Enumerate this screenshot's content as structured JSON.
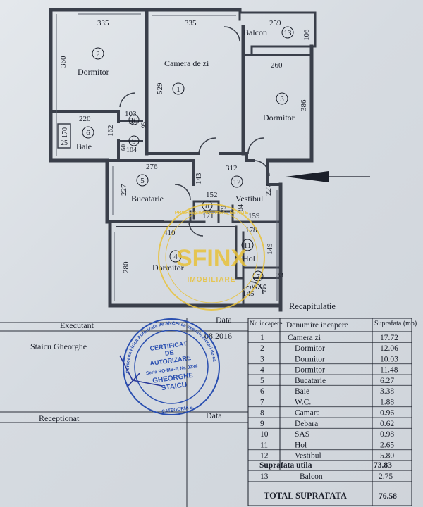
{
  "rooms": [
    {
      "id": "1",
      "name": "Camera de zi"
    },
    {
      "id": "2",
      "name": "Dormitor"
    },
    {
      "id": "3",
      "name": "Dormitor"
    },
    {
      "id": "4",
      "name": "Dormitor"
    },
    {
      "id": "5",
      "name": "Bucatarie"
    },
    {
      "id": "6",
      "name": "Baie"
    },
    {
      "id": "7",
      "name": "W.C."
    },
    {
      "id": "8",
      "name": ""
    },
    {
      "id": "9",
      "name": ""
    },
    {
      "id": "10",
      "name": ""
    },
    {
      "id": "11",
      "name": "Hol"
    },
    {
      "id": "12",
      "name": "Vestibul"
    },
    {
      "id": "13",
      "name": "Balcon"
    }
  ],
  "dimensions": {
    "d335a": "335",
    "d335b": "335",
    "d259": "259",
    "d106": "106",
    "d360": "360",
    "d529": "529",
    "d260": "260",
    "d386": "386",
    "d220": "220",
    "d103": "103",
    "d10": "10",
    "d95": "95",
    "d162": "162",
    "d170": "170",
    "d25": "25",
    "d60": "60",
    "d104": "104",
    "d276": "276",
    "d312": "312",
    "d143": "143",
    "d227a": "227",
    "d227b": "227",
    "d152": "152",
    "d79": "79",
    "d84": "84",
    "d121": "121",
    "d159": "159",
    "d178": "178",
    "d410": "410",
    "d149": "149",
    "d280": "280",
    "d33": "33",
    "d86": "86",
    "d145": "145",
    "d2": "2"
  },
  "recap_title": "Recapitulatie",
  "signatures": {
    "executant_label": "Executant",
    "executant_name": "Staicu Gheorghe",
    "data_label": "Data",
    "date_value": "08.2016",
    "receptionat_label": "Receptionat",
    "data_label2": "Data"
  },
  "stamp": {
    "outer": "Persoana Fizica Autorizata de ANCPI sa execute lucrari de cadastru, geodezie si cartografie",
    "line1": "CERTIFICAT",
    "line2": "DE",
    "line3": "AUTORIZARE",
    "line4": "Seria RO-MB-F, Nr. 0234",
    "line5": "GHEORGHE",
    "line6": "STAICU",
    "category": "CATEGORIA B"
  },
  "table": {
    "headers": {
      "nr": "Nr. incapere",
      "name": "Denumire incapere",
      "area": "Suprafata (mp)"
    },
    "rows": [
      {
        "nr": "1",
        "name": "Camera zi",
        "area": "17.72"
      },
      {
        "nr": "2",
        "name": "Dormitor",
        "area": "12.06"
      },
      {
        "nr": "3",
        "name": "Dormitor",
        "area": "10.03"
      },
      {
        "nr": "4",
        "name": "Dormitor",
        "area": "11.48"
      },
      {
        "nr": "5",
        "name": "Bucatarie",
        "area": "6.27"
      },
      {
        "nr": "6",
        "name": "Baie",
        "area": "3.38"
      },
      {
        "nr": "7",
        "name": "W.C.",
        "area": "1.88"
      },
      {
        "nr": "8",
        "name": "Camara",
        "area": "0.96"
      },
      {
        "nr": "9",
        "name": "Debara",
        "area": "0.62"
      },
      {
        "nr": "10",
        "name": "SAS",
        "area": "0.98"
      },
      {
        "nr": "11",
        "name": "Hol",
        "area": "2.65"
      },
      {
        "nr": "12",
        "name": "Vestibul",
        "area": "5.80"
      }
    ],
    "useful_label": "Suprafata utila",
    "useful_value": "73.83",
    "balcony": {
      "nr": "13",
      "name": "Balcon",
      "area": "2.75"
    },
    "total_label": "TOTAL SUPRAFATA",
    "total_value": "76.58"
  },
  "watermark": {
    "brand": "SFINX",
    "sub": "IMOBILIARE",
    "ring": "PROFESSIONAL REAL ESTATE"
  },
  "colors": {
    "ink": "#1b1f2a",
    "wall": "#3a3f4a",
    "stamp": "#2a4fb0",
    "watermark": "#e8c23a"
  }
}
